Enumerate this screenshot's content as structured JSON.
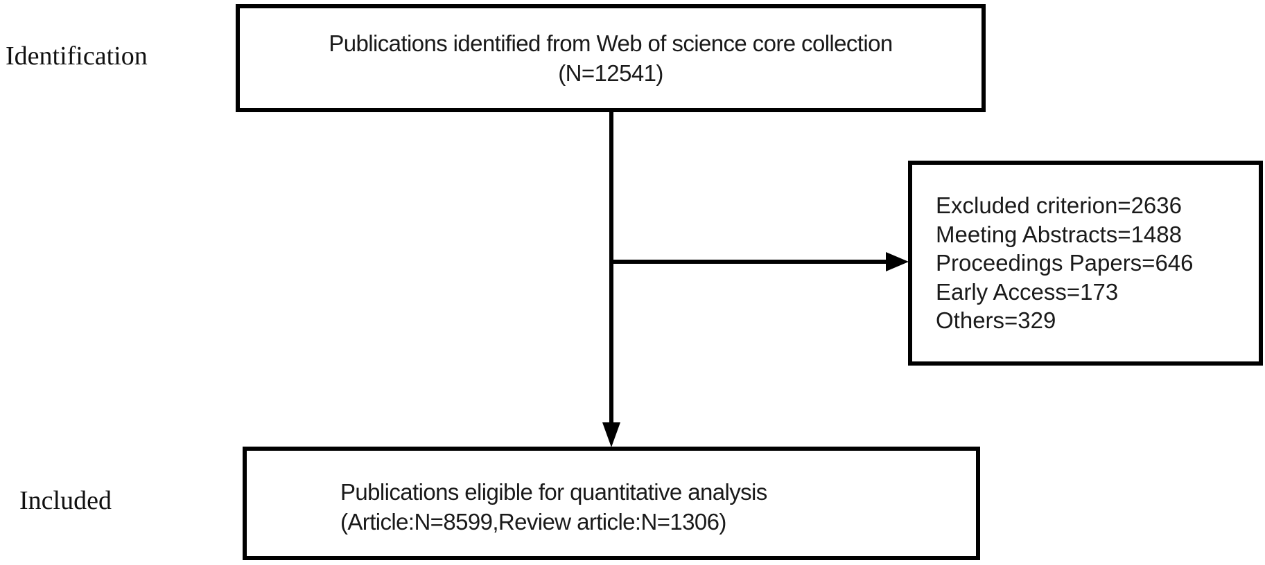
{
  "stages": {
    "identification": "Identification",
    "included": "Included"
  },
  "boxes": {
    "identified": {
      "lines": [
        "Publications identified from Web of science core collection",
        "(N=12541)"
      ]
    },
    "excluded": {
      "lines": [
        "Excluded criterion=2636",
        "Meeting Abstracts=1488",
        "Proceedings Papers=646",
        "Early Access=173",
        "Others=329"
      ]
    },
    "eligible": {
      "lines": [
        "Publications eligible for quantitative analysis",
        "(Article:N=8599,Review article:N=1306)"
      ]
    }
  },
  "colors": {
    "stroke": "#000000",
    "text": "#1a1a1a",
    "background": "#ffffff"
  }
}
